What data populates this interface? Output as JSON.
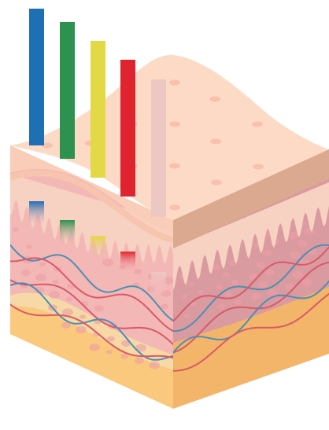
{
  "title": "",
  "colors": {
    "background": "#ffffff",
    "surface_top": "#fddac5",
    "surface_pore": "#f8c1ad",
    "epidermis_front": "#f9cdb7",
    "epidermis_side": "#dba98f",
    "dermis_front": "#f3b7b6",
    "dermis_side": "#d99aa0",
    "papillae": "#f7d1c1",
    "dermis_dots": "#ec9fa5",
    "vessel_red": "#d95a67",
    "vessel_blue": "#4d8fb3",
    "fat_front": "#fbc97d",
    "fat_side": "#f2b56a",
    "fat_band": "#f6d9a6"
  },
  "light_beams": [
    {
      "name": "blue",
      "color": "#1f6fb3"
    },
    {
      "name": "green",
      "color": "#2d9150"
    },
    {
      "name": "yellow",
      "color": "#e3d945"
    },
    {
      "name": "red",
      "color": "#e0242f"
    },
    {
      "name": "pale",
      "color": "#ecc8c3"
    }
  ],
  "layers": [
    {
      "name": "epidermis"
    },
    {
      "name": "dermis"
    },
    {
      "name": "subcutaneous-fat"
    }
  ]
}
